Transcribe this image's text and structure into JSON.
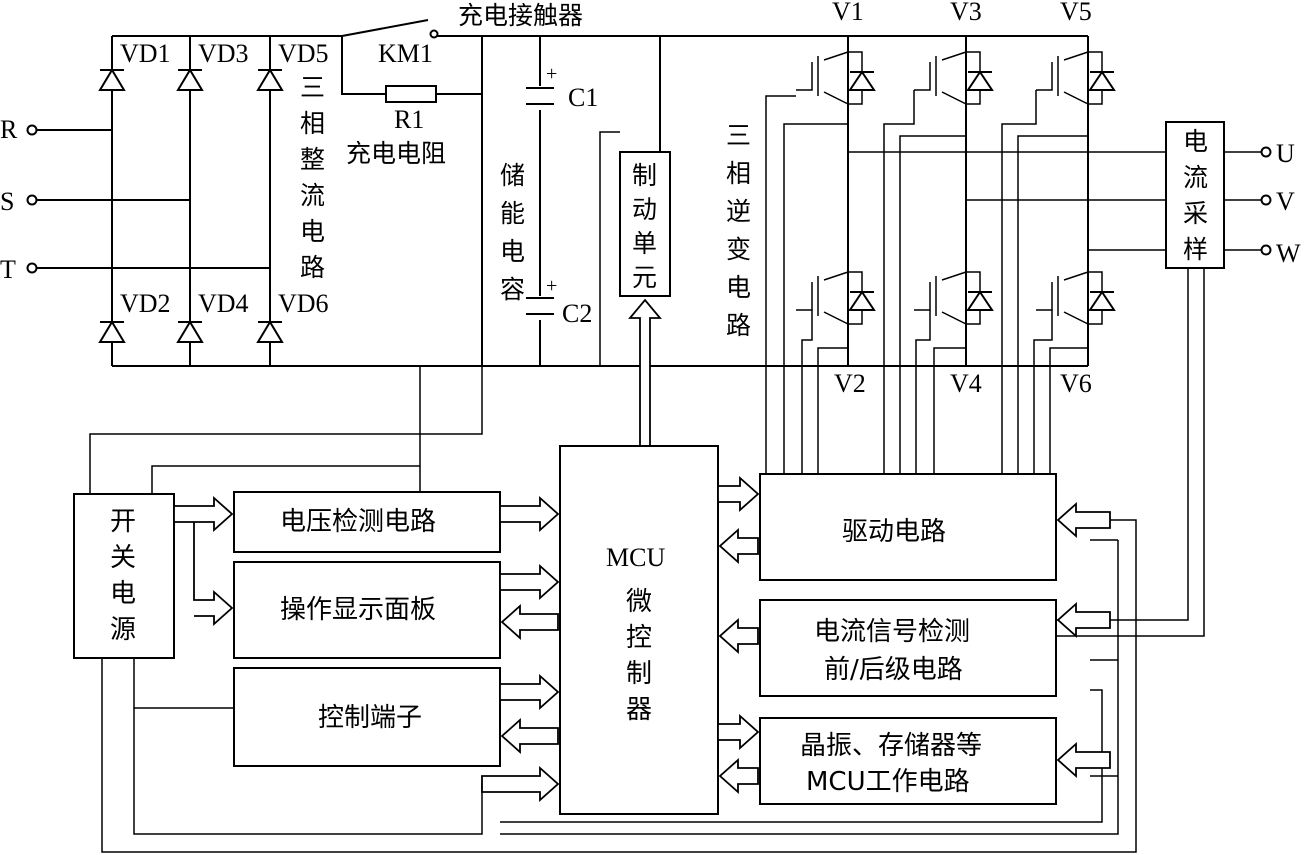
{
  "terminals": {
    "in_r": "R",
    "in_s": "S",
    "in_t": "T",
    "out_u": "U",
    "out_v": "V",
    "out_w": "W"
  },
  "rectifier": {
    "diodes": [
      "VD1",
      "VD3",
      "VD5",
      "VD2",
      "VD4",
      "VD6"
    ],
    "title_chars": [
      "三",
      "相",
      "整",
      "流",
      "电",
      "路"
    ]
  },
  "charging": {
    "contactor_label": "KM1",
    "contactor_name": "充电接触器",
    "resistor_label": "R1",
    "resistor_name": "充电电阻"
  },
  "capacitors": {
    "c1": "C1",
    "c2": "C2",
    "plus": "+",
    "title_chars": [
      "储",
      "能",
      "电",
      "容"
    ]
  },
  "brake_unit": {
    "title_chars": [
      "制",
      "动",
      "单",
      "元"
    ]
  },
  "inverter": {
    "title_chars": [
      "三",
      "相",
      "逆",
      "变",
      "电",
      "路"
    ],
    "switches_top": [
      "V1",
      "V3",
      "V5"
    ],
    "switches_bottom": [
      "V2",
      "V4",
      "V6"
    ]
  },
  "current_sampling": {
    "title_chars": [
      "电",
      "流",
      "采",
      "样"
    ]
  },
  "blocks": {
    "switch_power": [
      "开",
      "关",
      "电",
      "源"
    ],
    "voltage_detect": "电压检测电路",
    "operation_panel": "操作显示面板",
    "control_terminal": "控制端子",
    "mcu_title": "MCU",
    "mcu_chars": [
      "微",
      "控",
      "制",
      "器"
    ],
    "drive": "驱动电路",
    "current_detect_line1": "电流信号检测",
    "current_detect_line2": "前/后级电路",
    "mcu_support_line1": "晶振、存储器等",
    "mcu_support_line2": "MCU工作电路"
  }
}
